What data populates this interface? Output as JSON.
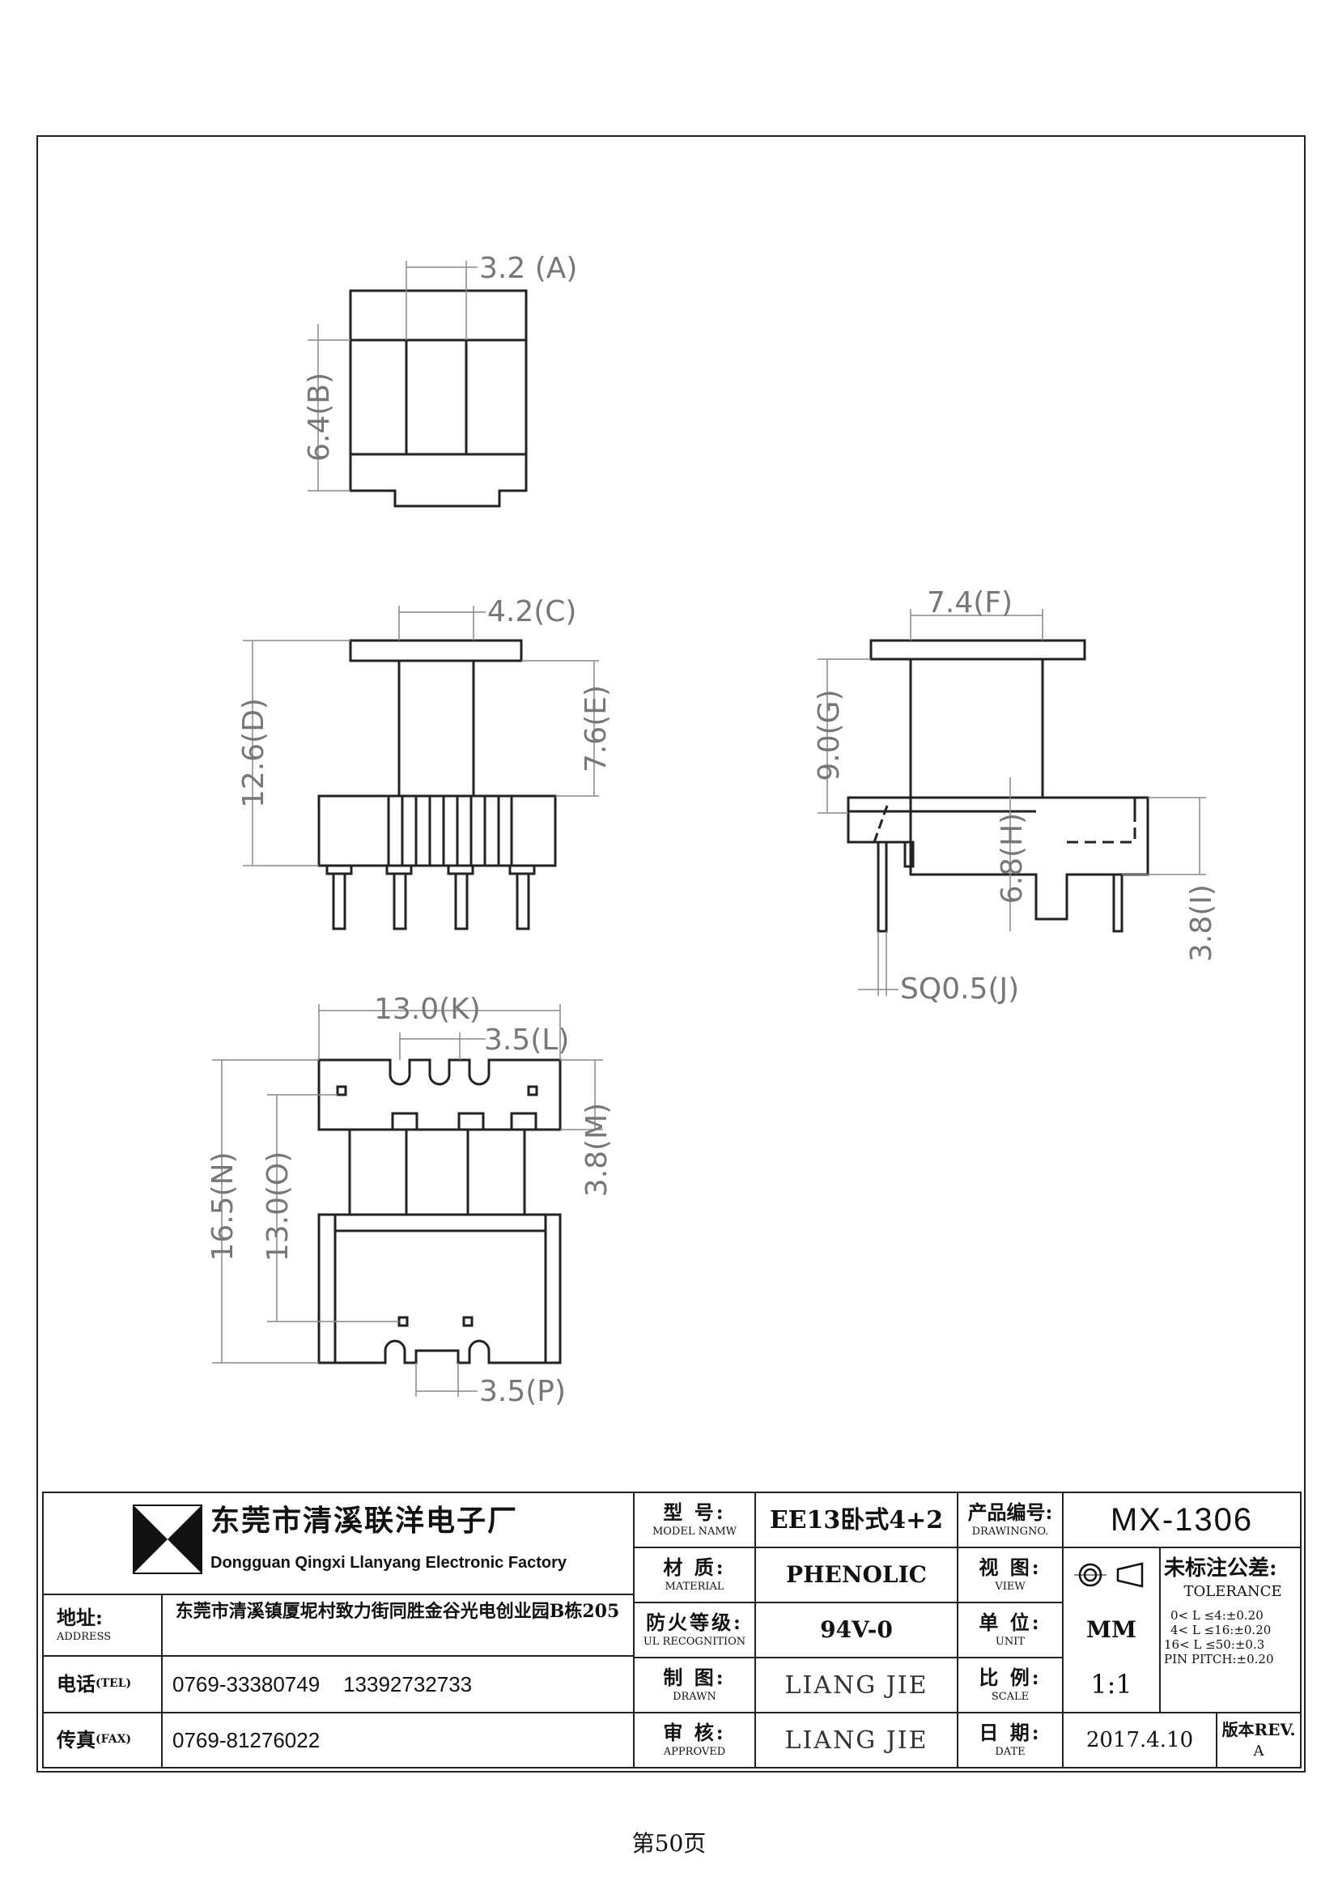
{
  "dimensions": {
    "a": "3.2 (A)",
    "b": "6.4(B)",
    "c": "4.2(C)",
    "d": "12.6(D)",
    "e": "7.6(E)",
    "f": "7.4(F)",
    "g": "9.0(G)",
    "h": "6.8(H)",
    "i": "3.8(I)",
    "j": "SQ0.5(J)",
    "k": "13.0(K)",
    "l": "3.5(L)",
    "m": "3.8(M)",
    "n": "16.5(N)",
    "o": "13.0(O)",
    "p": "3.5(P)"
  },
  "company": {
    "name_zh": "东莞市清溪联洋电子厂",
    "name_en": "Dongguan Qingxi Llanyang Electronic Factory",
    "address_label_zh": "地址:",
    "address_label_en": "ADDRESS",
    "address": "东莞市清溪镇厦坭村致力街同胜金谷光电创业园B栋205",
    "tel_label_zh": "电话",
    "tel_label_en": "(TEL)",
    "tel": "0769-33380749    13392732733",
    "fax_label_zh": "传真",
    "fax_label_en": "(FAX)",
    "fax": "0769-81276022"
  },
  "titleblock": {
    "model_label_zh": "型 号:",
    "model_label_en": "MODEL NAMW",
    "model_value": "EE13卧式4+2",
    "material_label_zh": "材 质:",
    "material_label_en": "MATERIAL",
    "material_value": "PHENOLIC",
    "ul_label_zh": "防火等级:",
    "ul_label_en": "UL RECOGNITION",
    "ul_value": "94V-0",
    "drawn_label_zh": "制 图:",
    "drawn_label_en": "DRAWN",
    "drawn_value": "LIANG JIE",
    "approved_label_zh": "审 核:",
    "approved_label_en": "APPROVED",
    "approved_value": "LIANG JIE",
    "drawingno_label_zh": "产品编号:",
    "drawingno_label_en": "DRAWINGNO.",
    "drawingno_value": "MX-1306",
    "view_label_zh": "视 图:",
    "view_label_en": "VIEW",
    "unit_label_zh": "单 位:",
    "unit_label_en": "UNIT",
    "unit_value": "MM",
    "scale_label_zh": "比 例:",
    "scale_label_en": "SCALE",
    "scale_value": "1:1",
    "date_label_zh": "日 期:",
    "date_label_en": "DATE",
    "date_value": "2017.4.10",
    "rev_label": "版本REV.",
    "rev_value": "A",
    "tolerance_title_zh": "未标注公差:",
    "tolerance_title_en": "TOLERANCE",
    "tolerance_lines": [
      "0< L ≤4:±0.20",
      "4< L ≤16:±0.20",
      "16< L ≤50:±0.3",
      "PIN PITCH:±0.20"
    ]
  },
  "page_number": "第50页"
}
